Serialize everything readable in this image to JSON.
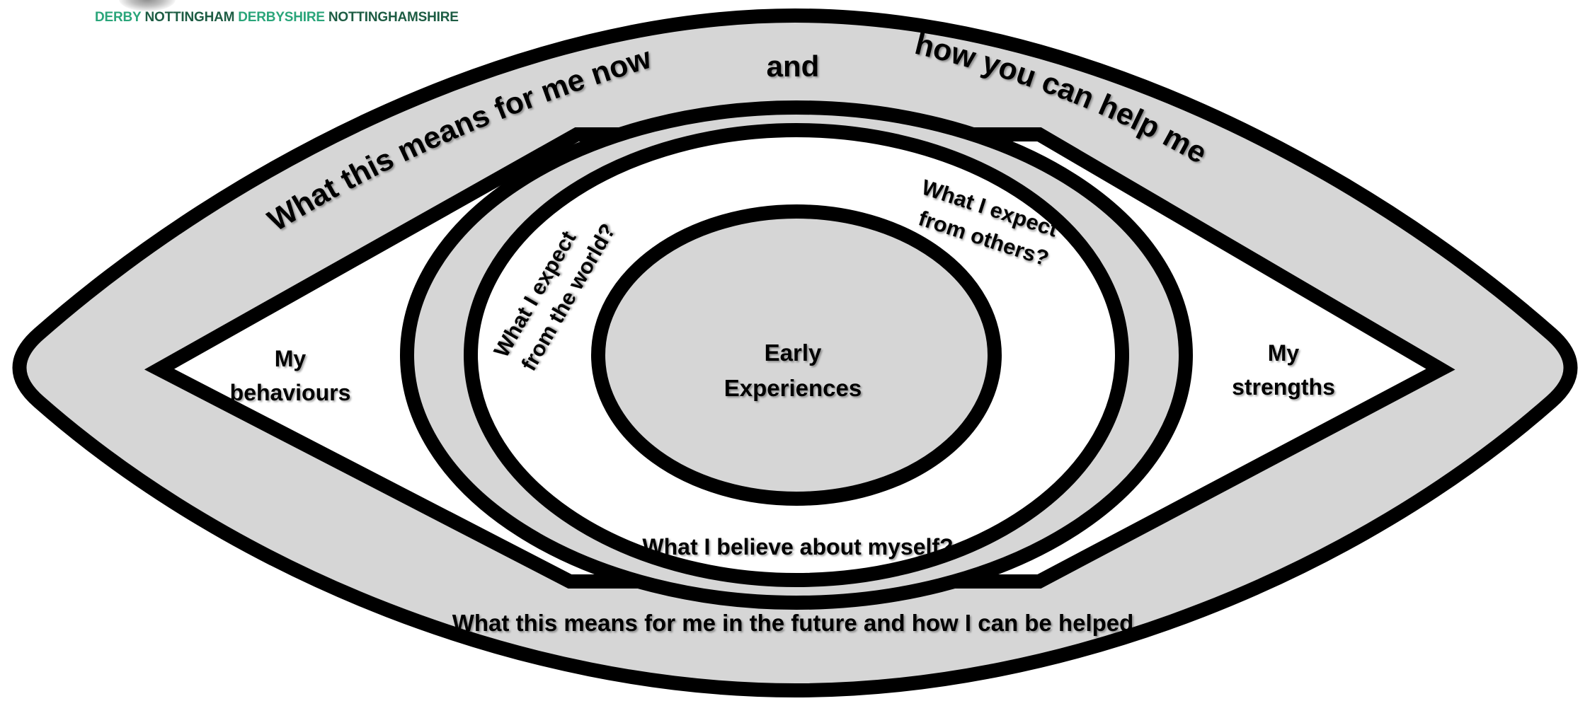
{
  "header": {
    "words": [
      "DERBY",
      "NOTTINGHAM",
      "DERBYSHIRE",
      "NOTTINGHAMSHIRE"
    ],
    "colors": [
      "#2aa57a",
      "#1d5c43",
      "#2aa57a",
      "#1d5c43"
    ]
  },
  "labels": {
    "top_left_arc": "What this means for me now",
    "top_center": "and",
    "top_right_arc": "how you can help me",
    "left_corner_line1": "My",
    "left_corner_line2": "behaviours",
    "right_corner_line1": "My",
    "right_corner_line2": "strengths",
    "ring_left_line1": "What I expect",
    "ring_left_line2": "from the world?",
    "ring_right_line1": "What I expect",
    "ring_right_line2": "from others?",
    "ring_bottom": "What I believe about myself?",
    "center_line1": "Early",
    "center_line2": "Experiences",
    "bottom_band": "What this means for me in the future and how I can be helped"
  },
  "colors": {
    "band_fill": "#d6d6d6",
    "outline": "#000000",
    "white": "#ffffff"
  }
}
